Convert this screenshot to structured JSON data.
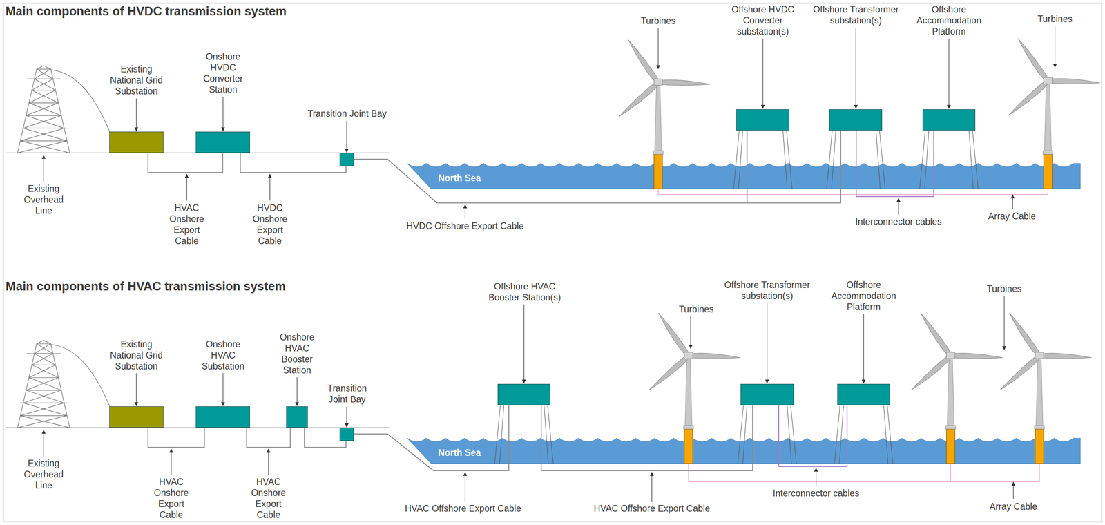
{
  "diagram": {
    "title": "Main components of HVDC transmission system",
    "nodes": [
      {
        "text": [
          "Existing National Grid Substation"
        ]
      },
      {
        "text": [
          "Onshore HVDC Converter Station"
        ]
      },
      {
        "text": [
          "Transition Joint Bay"
        ]
      },
      {
        "text": [
          "Offshore HVDC Converter substation(s)"
        ]
      },
      {
        "text": [
          "Offshore Transformer substation(s)"
        ]
      },
      {
        "text": [
          "Offshore Accommodation Platform"
        ]
      },
      {
        "text": [
          "Existing National Grid Substation"
        ]
      },
      {
        "text": [
          "Onshore HVAC Substation"
        ]
      },
      {
        "text": [
          "Onshore HVAC Booster Station"
        ]
      },
      {
        "text": [
          "Transition Joint Bay"
        ]
      },
      {
        "text": [
          "Offshore HVAC Booster Station(s)"
        ]
      },
      {
        "text": [
          "Offshore Transformer substation(s)"
        ]
      },
      {
        "text": [
          "Offshore Accommodation Platform"
        ]
      }
    ],
    "edges": [
      {
        "from": 0,
        "to": 1,
        "arrow": "none"
      },
      {
        "from": 1,
        "to": 2,
        "arrow": "none"
      },
      {
        "from": 2,
        "to": 3,
        "arrow": "none"
      },
      {
        "from": 3,
        "to": 4,
        "arrow": "none"
      },
      {
        "from": 4,
        "to": 5,
        "arrow": "none"
      },
      {
        "from": 6,
        "to": 7,
        "arrow": "none"
      },
      {
        "from": 7,
        "to": 8,
        "arrow": "none"
      },
      {
        "from": 8,
        "to": 9,
        "arrow": "none"
      },
      {
        "from": 9,
        "to": 10,
        "arrow": "none"
      },
      {
        "from": 10,
        "to": 11,
        "arrow": "none"
      },
      {
        "from": 11,
        "to": 12,
        "arrow": "none"
      }
    ],
    "labels": [
      "Main components of HVAC transmission system",
      "Turbines",
      "Turbines",
      "Existing Overhead Line",
      "HVAC Onshore Export Cable",
      "HVDC Onshore Export Cable",
      "North Sea",
      "HVDC Offshore Export Cable",
      "Interconnector cables",
      "Array Cable",
      "Turbines",
      "Turbines",
      "Existing Overhead Line",
      "HVAC Onshore Export Cable",
      "HVAC Onshore Export Cable",
      "North Sea",
      "HVAC Offshore Export Cable",
      "HVAC Offshore Export Cable",
      "Interconnector cables",
      "Array Cable"
    ]
  }
}
